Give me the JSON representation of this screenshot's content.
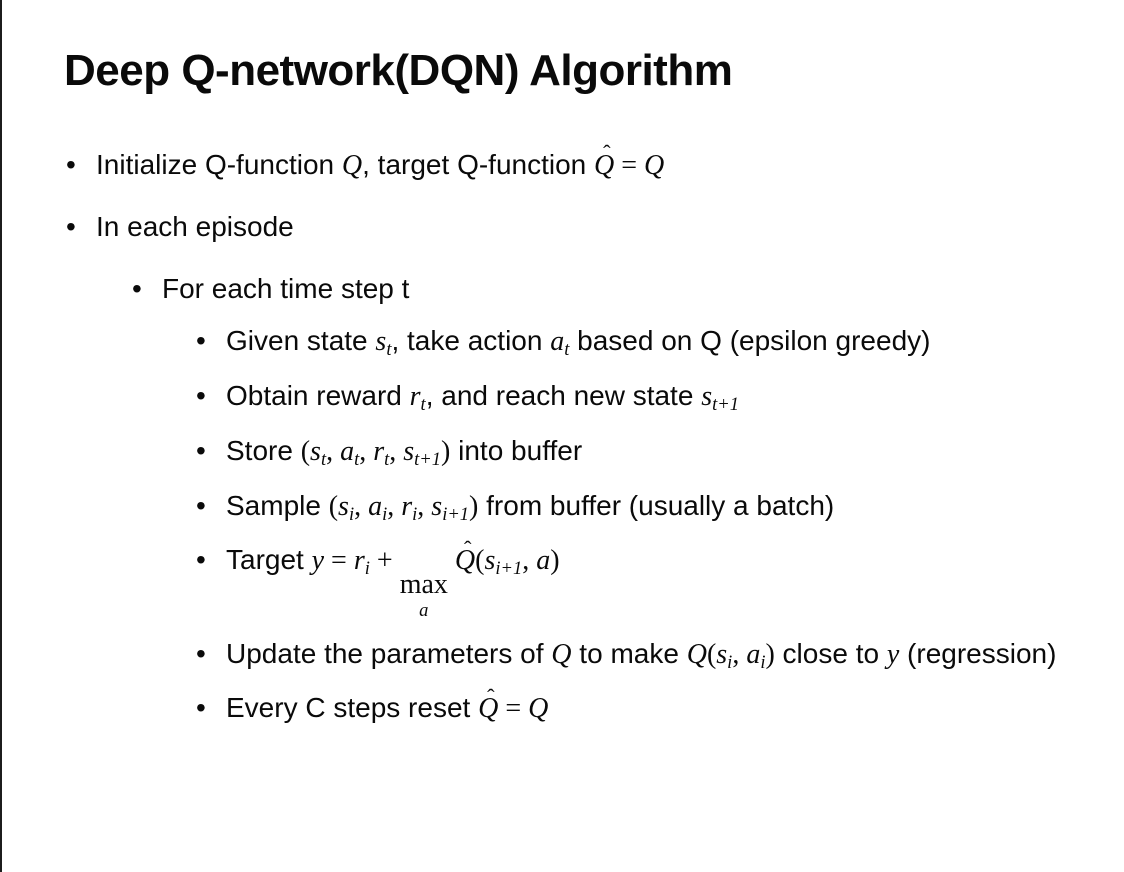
{
  "title": "Deep Q-network(DQN) Algorithm",
  "colors": {
    "background": "#ffffff",
    "text": "#0a0a0a",
    "slide_edge": "#1c1c1c"
  },
  "bullets": [
    {
      "level": 1,
      "segments": [
        {
          "k": "t",
          "t": "Initialize Q-function "
        },
        {
          "k": "i",
          "t": "Q"
        },
        {
          "k": "t",
          "t": ", target Q-function "
        },
        {
          "k": "hat",
          "t": "Q"
        },
        {
          "k": "r",
          "t": " = "
        },
        {
          "k": "i",
          "t": "Q"
        }
      ]
    },
    {
      "level": 1,
      "segments": [
        {
          "k": "t",
          "t": "In each episode"
        }
      ]
    },
    {
      "level": 2,
      "segments": [
        {
          "k": "t",
          "t": "For each time step t"
        }
      ]
    },
    {
      "level": 3,
      "segments": [
        {
          "k": "t",
          "t": "Given state "
        },
        {
          "k": "i",
          "t": "s"
        },
        {
          "k": "sub",
          "t": "t"
        },
        {
          "k": "t",
          "t": ", take action "
        },
        {
          "k": "i",
          "t": "a"
        },
        {
          "k": "sub",
          "t": "t"
        },
        {
          "k": "t",
          "t": " based on Q (epsilon greedy)"
        }
      ]
    },
    {
      "level": 3,
      "segments": [
        {
          "k": "t",
          "t": "Obtain reward "
        },
        {
          "k": "i",
          "t": "r"
        },
        {
          "k": "sub",
          "t": "t"
        },
        {
          "k": "t",
          "t": ", and reach new state "
        },
        {
          "k": "i",
          "t": "s"
        },
        {
          "k": "sub",
          "t": "t+1"
        }
      ]
    },
    {
      "level": 3,
      "segments": [
        {
          "k": "t",
          "t": "Store "
        },
        {
          "k": "r",
          "t": "("
        },
        {
          "k": "i",
          "t": "s"
        },
        {
          "k": "sub",
          "t": "t"
        },
        {
          "k": "r",
          "t": ", "
        },
        {
          "k": "i",
          "t": "a"
        },
        {
          "k": "sub",
          "t": "t"
        },
        {
          "k": "r",
          "t": ", "
        },
        {
          "k": "i",
          "t": "r"
        },
        {
          "k": "sub",
          "t": "t"
        },
        {
          "k": "r",
          "t": ", "
        },
        {
          "k": "i",
          "t": "s"
        },
        {
          "k": "sub",
          "t": "t+1"
        },
        {
          "k": "r",
          "t": ")"
        },
        {
          "k": "t",
          "t": " into buffer"
        }
      ]
    },
    {
      "level": 3,
      "segments": [
        {
          "k": "t",
          "t": "Sample "
        },
        {
          "k": "r",
          "t": "("
        },
        {
          "k": "i",
          "t": "s"
        },
        {
          "k": "sub",
          "t": "i"
        },
        {
          "k": "r",
          "t": ", "
        },
        {
          "k": "i",
          "t": "a"
        },
        {
          "k": "sub",
          "t": "i"
        },
        {
          "k": "r",
          "t": ", "
        },
        {
          "k": "i",
          "t": "r"
        },
        {
          "k": "sub",
          "t": "i"
        },
        {
          "k": "r",
          "t": ", "
        },
        {
          "k": "i",
          "t": "s"
        },
        {
          "k": "sub",
          "t": "i+1"
        },
        {
          "k": "r",
          "t": ")"
        },
        {
          "k": "t",
          "t": " from buffer (usually a batch)"
        }
      ]
    },
    {
      "level": 3,
      "segments": [
        {
          "k": "t",
          "t": "Target "
        },
        {
          "k": "i",
          "t": "y"
        },
        {
          "k": "r",
          "t": " = "
        },
        {
          "k": "i",
          "t": "r"
        },
        {
          "k": "sub",
          "t": "i"
        },
        {
          "k": "r",
          "t": " + "
        },
        {
          "k": "max",
          "t": "max",
          "u": "a"
        },
        {
          "k": "r",
          "t": " "
        },
        {
          "k": "hat",
          "t": "Q"
        },
        {
          "k": "r",
          "t": "("
        },
        {
          "k": "i",
          "t": "s"
        },
        {
          "k": "sub",
          "t": "i+1"
        },
        {
          "k": "r",
          "t": ", "
        },
        {
          "k": "i",
          "t": "a"
        },
        {
          "k": "r",
          "t": ")"
        }
      ]
    },
    {
      "level": 3,
      "segments": [
        {
          "k": "t",
          "t": "Update the parameters of "
        },
        {
          "k": "i",
          "t": "Q"
        },
        {
          "k": "t",
          "t": " to make "
        },
        {
          "k": "i",
          "t": "Q"
        },
        {
          "k": "r",
          "t": "("
        },
        {
          "k": "i",
          "t": "s"
        },
        {
          "k": "sub",
          "t": "i"
        },
        {
          "k": "r",
          "t": ", "
        },
        {
          "k": "i",
          "t": "a"
        },
        {
          "k": "sub",
          "t": "i"
        },
        {
          "k": "r",
          "t": ")"
        },
        {
          "k": "t",
          "t": " close to "
        },
        {
          "k": "i",
          "t": "y"
        },
        {
          "k": "t",
          "t": " (regression)"
        }
      ]
    },
    {
      "level": 3,
      "segments": [
        {
          "k": "t",
          "t": "Every C steps reset "
        },
        {
          "k": "hat",
          "t": "Q"
        },
        {
          "k": "r",
          "t": " = "
        },
        {
          "k": "i",
          "t": "Q"
        }
      ]
    }
  ]
}
